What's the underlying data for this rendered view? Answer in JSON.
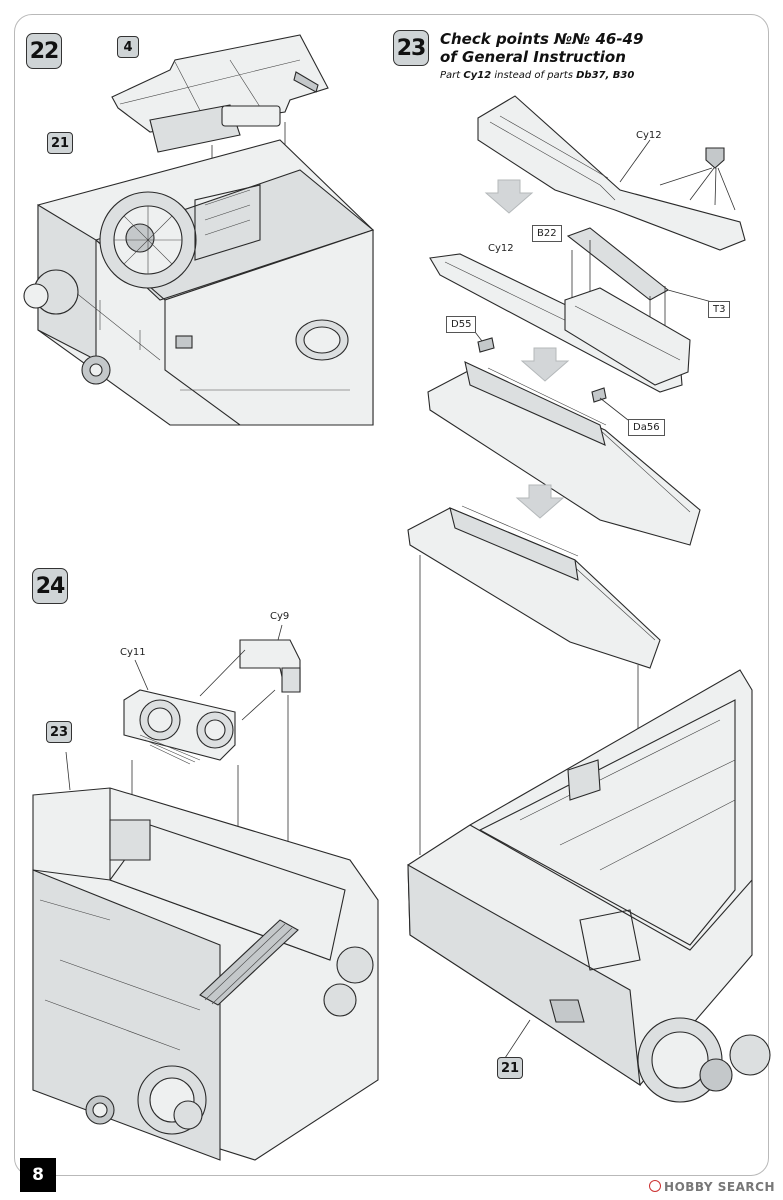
{
  "page": {
    "number": "8"
  },
  "watermark": {
    "text": "HOBBY SEARCH"
  },
  "steps": [
    {
      "id": "22",
      "parts": [
        "4",
        "21"
      ]
    },
    {
      "id": "23",
      "title_line1": "Check points №№ 46-49",
      "title_line2": "of General Instruction",
      "note_prefix": "Part ",
      "note_part": "Cy12",
      "note_middle": " instead of parts ",
      "note_replaced": "Db37, B30",
      "callouts": [
        "Cy12",
        "B22",
        "Cy12",
        "T3",
        "D55",
        "Da56"
      ],
      "assembly_ref": "21"
    },
    {
      "id": "24",
      "callouts": [
        "Cy11",
        "Cy9"
      ],
      "assembly_ref": "23"
    }
  ],
  "colors": {
    "accent_badge": "#cfd4d6",
    "arrow": "#d3d6d8",
    "line": "#2a2a2a"
  }
}
